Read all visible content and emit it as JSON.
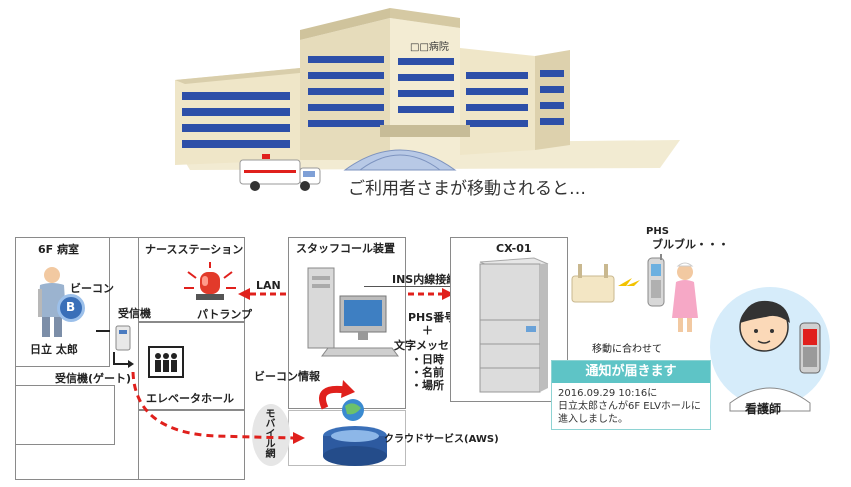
{
  "hospital": {
    "sign": "□□病院",
    "caption": "ご利用者さまが移動されると…"
  },
  "floor": {
    "room": "6F 病室",
    "beacon": "ビーコン",
    "beacon_letter": "B",
    "patient": "日立 太郎",
    "receiver": "受信機",
    "receiver_gate": "受信機(ゲート)",
    "nurse_station": "ナースステーション",
    "patlamp": "パトランプ",
    "elevator_hall": "エレベータホール"
  },
  "network": {
    "lan": "LAN",
    "staff_call": "スタッフコール装置",
    "ins": "INS内線接続",
    "cx01": "CX-01",
    "phs_number": "PHS番号",
    "plus": "＋",
    "message": "文字メッセージ",
    "items": [
      "・日時",
      "・名前",
      "・場所"
    ],
    "beacon_info": "ビーコン情報",
    "mobile_net": "モバイル網",
    "cloud": "クラウドサービス(AWS)"
  },
  "phs": {
    "label": "PHS",
    "ring": "ブルブル・・・",
    "follow": "移動に合わせて",
    "nurse": "看護師"
  },
  "notice": {
    "title": "通知が届きます",
    "lines": [
      "2016.09.29 10:16に",
      "日立太郎さんが6F ELVホールに",
      "進入しました。"
    ]
  },
  "colors": {
    "accent_red": "#e0201c",
    "notice_teal": "#5ec4c6",
    "building_blue": "#2d4fa8",
    "building_cream": "#efe6c8"
  }
}
